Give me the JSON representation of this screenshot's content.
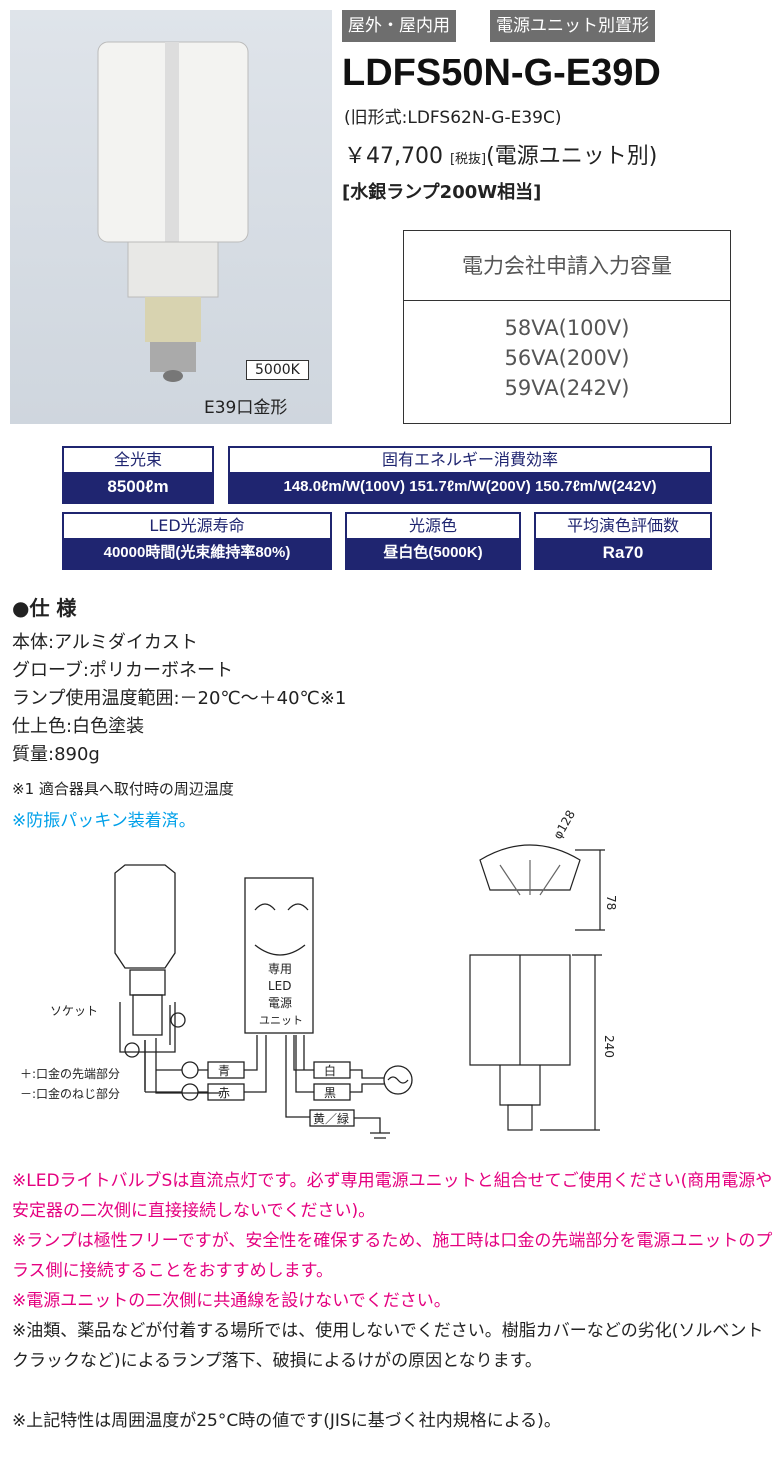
{
  "tags": [
    "屋外・屋内用",
    "電源ユニット別置形"
  ],
  "model": "LDFS50N-G-E39D",
  "old_model": "(旧形式:LDFS62N-G-E39C)",
  "price": "￥47,700",
  "price_tax": "[税抜]",
  "price_note": "(電源ユニット別)",
  "equivalent": "[水銀ランプ200W相当]",
  "photo": {
    "color_temp_badge": "5000K",
    "base_label": "E39口金形"
  },
  "capacity": {
    "title": "電力会社申請入力容量",
    "values": [
      "58VA(100V)",
      "56VA(200V)",
      "59VA(242V)"
    ]
  },
  "spec_boxes": [
    {
      "label": "全光束",
      "value": "8500ℓm"
    },
    {
      "label": "固有エネルギー消費効率",
      "value": "148.0ℓm/W(100V) 151.7ℓm/W(200V) 150.7ℓm/W(242V)"
    },
    {
      "label": "LED光源寿命",
      "value": "40000時間(光束維持率80%)"
    },
    {
      "label": "光源色",
      "value": "昼白色(5000K)"
    },
    {
      "label": "平均演色評価数",
      "value": "Ra70"
    }
  ],
  "specs": {
    "title": "●仕 様",
    "lines": [
      "本体:アルミダイカスト",
      "グローブ:ポリカーボネート",
      "ランプ使用温度範囲:－20℃～＋40℃※1",
      "仕上色:白色塗装",
      "質量:890g"
    ],
    "footnote": "※1 適合器具へ取付時の周辺温度",
    "vibration": "※防振パッキン装着済。"
  },
  "wiring": {
    "socket": "ソケット",
    "unit": [
      "専用",
      "LED",
      "電源",
      "ユニット"
    ],
    "plus_legend": "＋:口金の先端部分",
    "minus_legend": "－:口金のねじ部分",
    "wires": [
      "青",
      "赤",
      "白",
      "黒",
      "黄／緑"
    ]
  },
  "dimensions": {
    "diameter": "φ128",
    "height_top": "78",
    "height_total": "240"
  },
  "notes": [
    {
      "text": "※LEDライトバルブSは直流点灯です。必ず専用電源ユニットと組合せてご使用ください(商用電源や安定器の二次側に直接接続しないでください)。",
      "color": "#e4007f"
    },
    {
      "text": "※ランプは極性フリーですが、安全性を確保するため、施工時は口金の先端部分を電源ユニットのプラス側に接続することをおすすめします。",
      "color": "#e4007f"
    },
    {
      "text": "※電源ユニットの二次側に共通線を設けないでください。",
      "color": "#e4007f"
    },
    {
      "text": "※油類、薬品などが付着する場所では、使用しないでください。樹脂カバーなどの劣化(ソルベントクラックなど)によるランプ落下、破損によるけがの原因となります。",
      "color": "#222"
    },
    {
      "text": "※上記特性は周囲温度が25°C時の値です(JISに基づく社内規格による)。",
      "color": "#222"
    }
  ],
  "colors": {
    "navy": "#1f2570",
    "tag_gray": "#6e6e6e",
    "pink": "#e4007f",
    "cyan": "#00a0e9"
  }
}
